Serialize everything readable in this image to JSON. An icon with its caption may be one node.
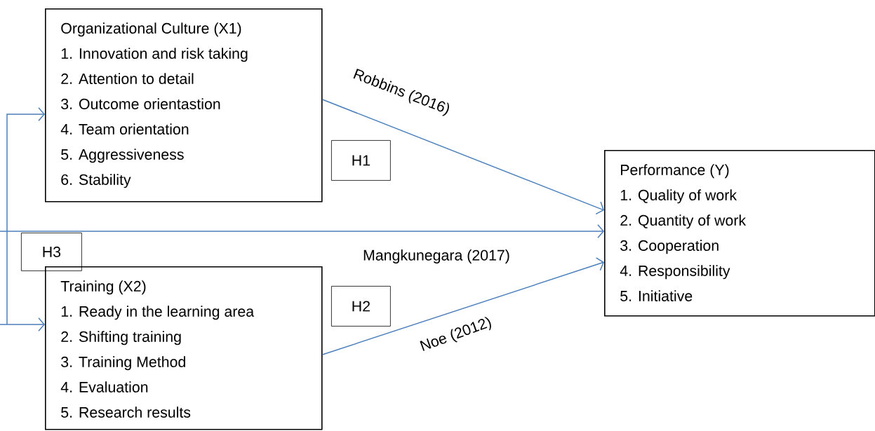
{
  "diagram": {
    "nodes": [
      {
        "text": [
          "Organizational Culture (X1)",
          "1. Innovation and risk taking",
          "2. Attention to detail",
          "3. Outcome orientastion",
          "4. Team orientation",
          "5. Aggressiveness",
          "6. Stability"
        ]
      },
      {
        "text": [
          "H1"
        ]
      },
      {
        "text": [
          "H3"
        ]
      },
      {
        "text": [
          "Training (X2)",
          "1. Ready in the learning area",
          "2. Shifting training",
          "3. Training Method",
          "4. Evaluation",
          "5. Research results"
        ]
      },
      {
        "text": [
          "H2"
        ]
      },
      {
        "text": [
          "Performance (Y)",
          "1. Quality of work",
          "2. Quantity of work",
          "3. Cooperation",
          "4. Responsibility",
          "5. Initiative"
        ]
      }
    ],
    "edges": [
      {
        "from": 0,
        "to": 5,
        "arrow": "to",
        "label": "Robbins  (2016)"
      },
      {
        "from": 3,
        "to": 5,
        "arrow": "to",
        "label": "Noe (2012)"
      },
      {
        "from": null,
        "to": 0,
        "arrow": "to"
      },
      {
        "from": null,
        "to": 3,
        "arrow": "to"
      },
      {
        "from": null,
        "to": 5,
        "arrow": "to",
        "label": "Mangkunegara (2017)"
      }
    ]
  }
}
